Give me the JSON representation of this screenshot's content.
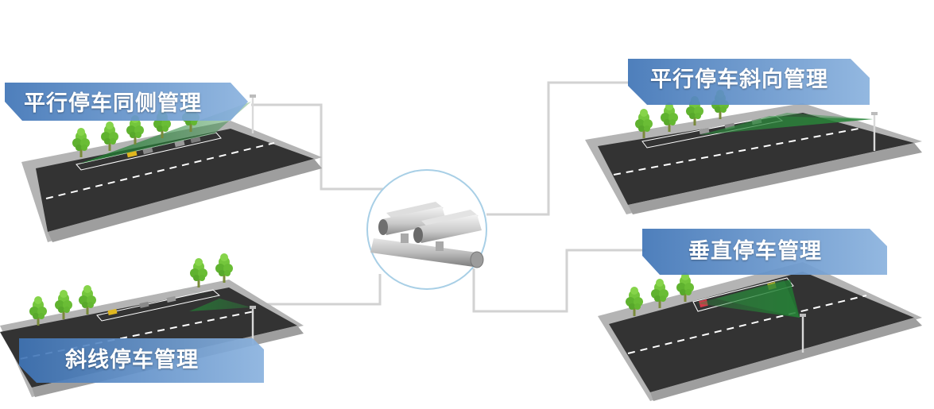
{
  "labels": {
    "top_left": "平行停车同侧管理",
    "top_right": "平行停车斜向管理",
    "bottom_left": "斜线停车管理",
    "bottom_right": "垂直停车管理"
  },
  "colors": {
    "connector": "#d2d2d2",
    "road": "#333333",
    "sidewalk": "#b4b4b4",
    "banner": "#5b8fc9",
    "camera_beam": "#2e8b3e",
    "tree": "#6cc13a"
  }
}
